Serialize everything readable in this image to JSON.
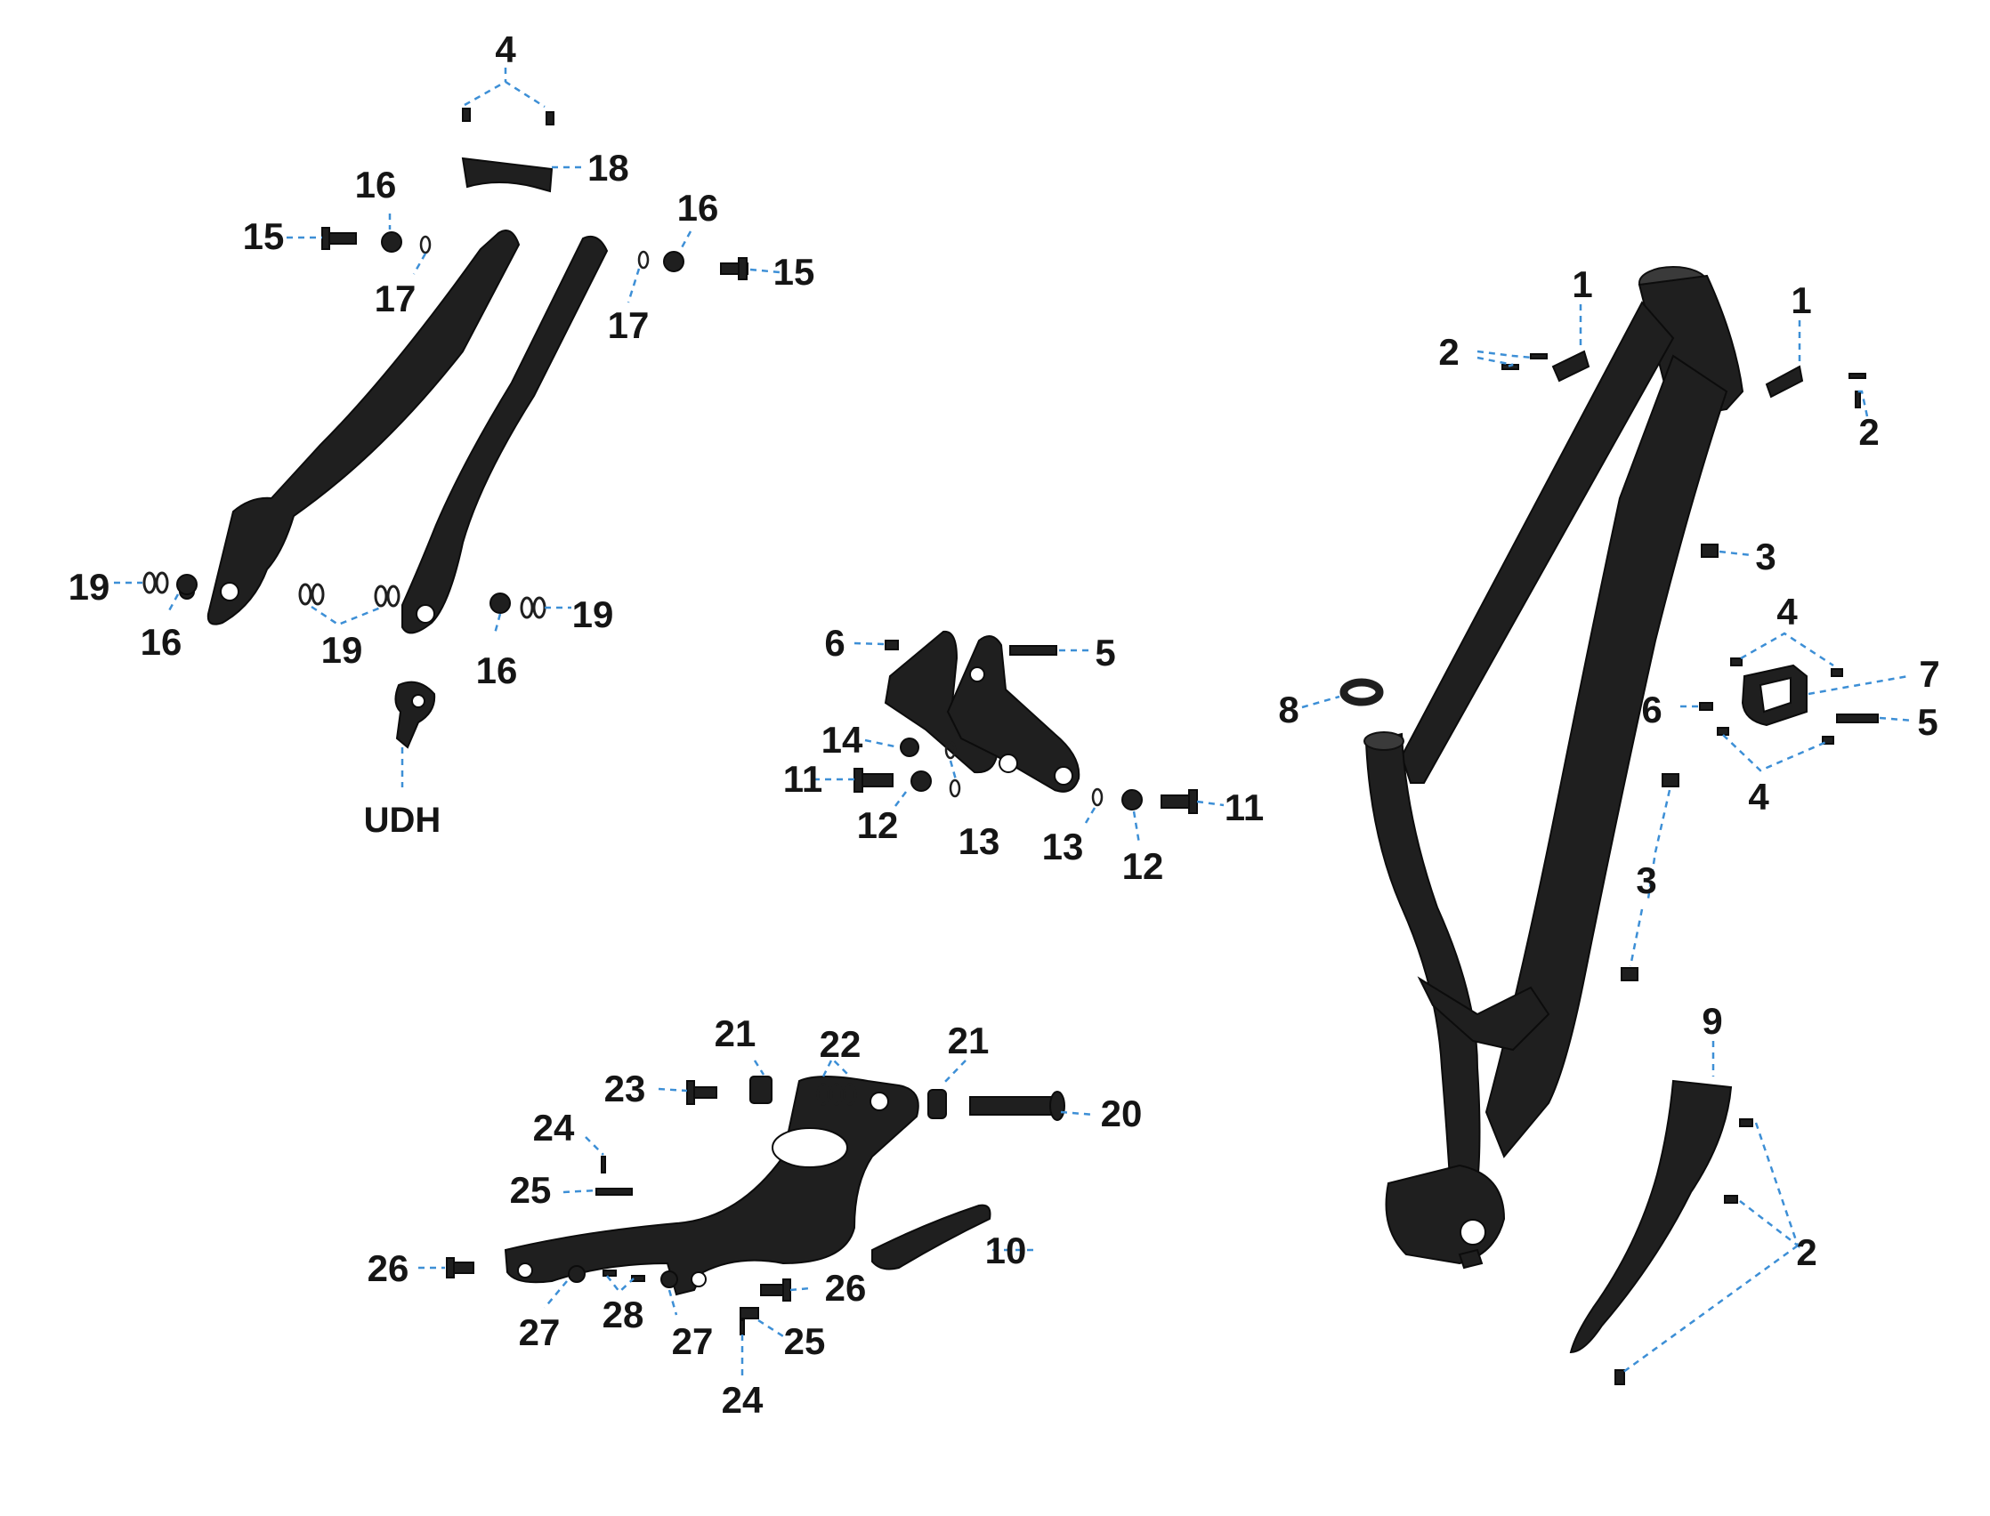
{
  "callouts": {
    "n1": "1",
    "n2": "2",
    "n3": "3",
    "n4": "4",
    "n5": "5",
    "n6": "6",
    "n7": "7",
    "n8": "8",
    "n9": "9",
    "n10": "10",
    "n11": "11",
    "n12": "12",
    "n13": "13",
    "n14": "14",
    "n15": "15",
    "n16": "16",
    "n17": "17",
    "n18": "18",
    "n19": "19",
    "n20": "20",
    "n21": "21",
    "n22": "22",
    "n23": "23",
    "n24": "24",
    "n25": "25",
    "n26": "26",
    "n27": "27",
    "n28": "28",
    "udh": "UDH"
  },
  "colors": {
    "part_fill": "#1f1f1f",
    "leader_line": "#3d8fd6",
    "label_text": "#151515",
    "background": "#ffffff"
  }
}
